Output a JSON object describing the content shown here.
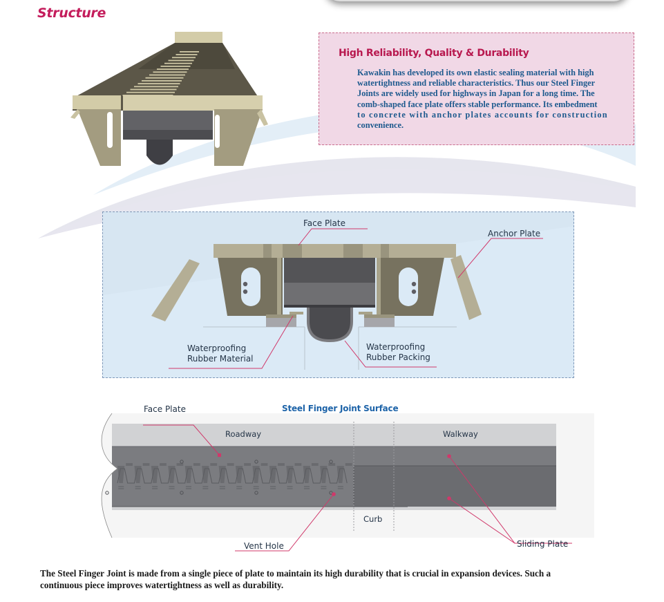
{
  "section": {
    "title": "Structure"
  },
  "info_box": {
    "title": "High Reliability, Quality & Durability",
    "lines": [
      "Kawakin has developed its own elastic sealing material with high",
      "watertightness and reliable characteristics. Thus our Steel Finger",
      "Joints are widely used for highways in Japan for a long time. The",
      "comb-shaped face plate offers stable performance. Its embedment",
      "to concrete with anchor plates accounts for construction",
      "convenience."
    ]
  },
  "cross_section": {
    "labels": {
      "face_plate": "Face Plate",
      "anchor_plate": "Anchor Plate",
      "rubber_material_line1": "Waterproofing",
      "rubber_material_line2": "Rubber Material",
      "rubber_packing_line1": "Waterproofing",
      "rubber_packing_line2": "Rubber Packing"
    }
  },
  "surface": {
    "title": "Steel Finger Joint Surface",
    "labels": {
      "face_plate": "Face Plate",
      "roadway": "Roadway",
      "walkway": "Walkway",
      "curb": "Curb",
      "vent_hole": "Vent Hole",
      "sliding_plate": "Sliding Plate"
    },
    "finger_count": 14
  },
  "footer": {
    "line1": "The Steel Finger Joint is made from a single piece of plate to maintain its high durability that is crucial in expansion devices. Such a",
    "line2": "continuous piece improves watertightness as well as durability."
  },
  "colors": {
    "accent_magenta": "#c41d5c",
    "leader_line": "#d0386a",
    "heading_blue": "#1d63a8",
    "body_blue": "#1e5a8e",
    "info_bg": "#f1d8e6",
    "diagram_bg": "#dbeaf6",
    "steel_tan": "#b4ae95",
    "steel_dark": "#77725f",
    "rubber_dark": "#4b4b4f"
  }
}
